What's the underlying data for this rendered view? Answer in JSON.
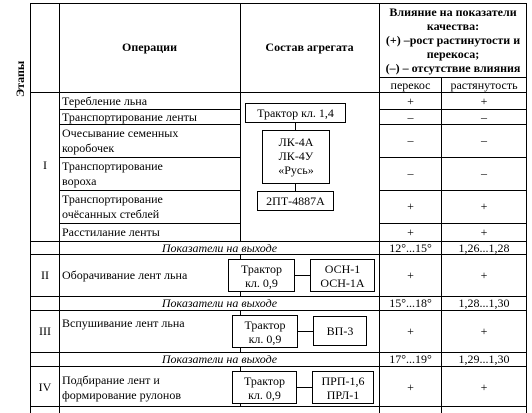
{
  "header": {
    "stages": "Этапы",
    "operations": "Операции",
    "composition": "Состав агрегата",
    "influence_lines": [
      "Влияние на показатели",
      "качества:",
      "(+) –рост растинутости и",
      "перекоса;",
      "(–) – отсутствие влияния"
    ],
    "skew": "перекос",
    "stretch": "растянутость"
  },
  "stage1": {
    "number": "I",
    "operations": [
      {
        "lines": [
          "Теребление льна"
        ],
        "skew": "+",
        "stretch": "+"
      },
      {
        "lines": [
          "Транспортирование ленты"
        ],
        "skew": "–",
        "stretch": "–"
      },
      {
        "lines": [
          "Очесывание семенных",
          "коробочек"
        ],
        "skew": "–",
        "stretch": "–"
      },
      {
        "lines": [
          "Транспортирование",
          "вороха"
        ],
        "skew": "–",
        "stretch": "–"
      },
      {
        "lines": [
          "Транспортирование",
          "очёсанных стеблей"
        ],
        "skew": "+",
        "stretch": "+"
      },
      {
        "lines": [
          "Расстилание ленты"
        ],
        "skew": "+",
        "stretch": "+"
      }
    ],
    "tractor": "Трактор кл. 1,4",
    "machines": [
      "ЛК-4А",
      "ЛК-4У",
      "«Русь»"
    ],
    "trailer": "2ПТ-4887А",
    "output_label": "Показатели на выходе",
    "output_skew": "12°...15°",
    "output_stretch": "1,26...1,28"
  },
  "stage2": {
    "number": "II",
    "operation": "Оборачивание лент льна",
    "tractor_lines": [
      "Трактор",
      "кл. 0,9"
    ],
    "machine_lines": [
      "ОСН-1",
      "ОСН-1А"
    ],
    "skew": "+",
    "stretch": "+",
    "output_label": "Показатели на выходе",
    "output_skew": "15°...18°",
    "output_stretch": "1,28...1,30"
  },
  "stage3": {
    "number": "III",
    "operation": "Вспушивание лент льна",
    "tractor_lines": [
      "Трактор",
      "кл. 0,9"
    ],
    "machine": "ВП-3",
    "skew": "+",
    "stretch": "+",
    "output_label": "Показатели на выходе",
    "output_skew": "17°...19°",
    "output_stretch": "1,29...1,30"
  },
  "stage4": {
    "number": "IV",
    "operation_lines": [
      "Подбирание лент и",
      "формирование рулонов"
    ],
    "tractor_lines": [
      "Трактор",
      "кл. 0,9"
    ],
    "machine_lines": [
      "ПРП-1,6",
      "ПРЛ-1"
    ],
    "skew": "+",
    "stretch": "+"
  }
}
